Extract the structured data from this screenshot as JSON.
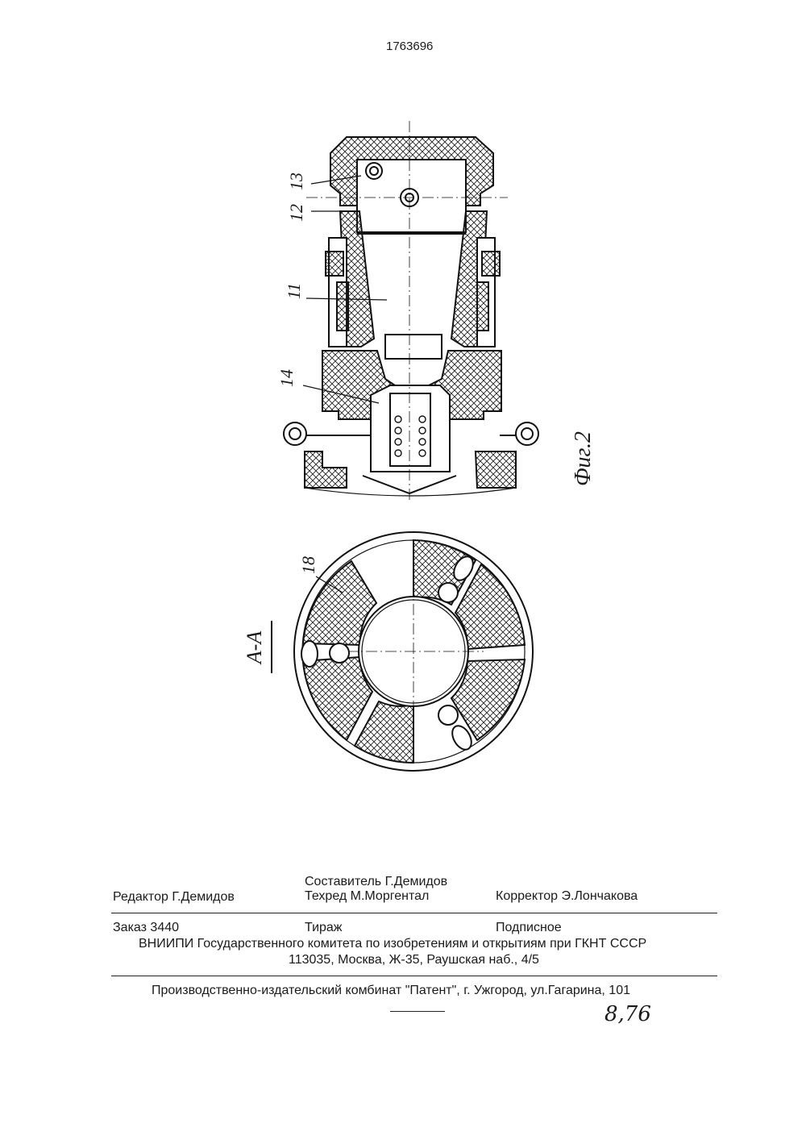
{
  "header": {
    "patent_number": "1763696"
  },
  "figure": {
    "fig_label": "Фиг.2",
    "section_label": "А-А",
    "part_numbers": [
      "13",
      "12",
      "11",
      "14",
      "18"
    ]
  },
  "colophon": {
    "compiler": "Составитель Г.Демидов",
    "editor": "Редактор  Г.Демидов",
    "techred": "Техред М.Моргентал",
    "corrector": "Корректор  Э.Лончакова",
    "order": "Заказ  3440",
    "circulation": "Тираж",
    "subscription": "Подписное",
    "institute": "ВНИИПИ Государственного комитета по изобретениям и открытиям при ГКНТ СССР",
    "address": "113035, Москва, Ж-35, Раушская наб., 4/5",
    "publisher": "Производственно-издательский комбинат \"Патент\", г. Ужгород, ул.Гагарина, 101"
  },
  "handwritten_note": "8,76"
}
